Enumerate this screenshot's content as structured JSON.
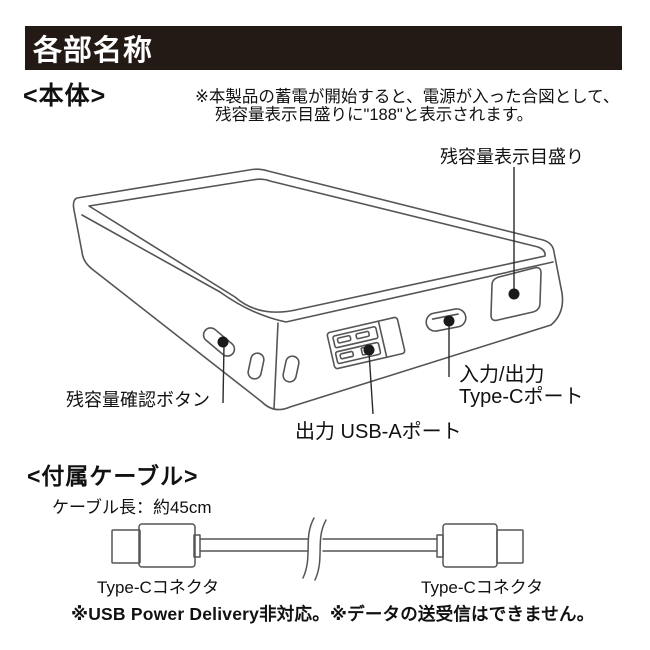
{
  "header": {
    "title": "各部名称"
  },
  "device_section": {
    "heading": "<本体>",
    "note_line1": "※本製品の蓄電が開始すると、電源が入った合図として、",
    "note_line2": "残容量表示目盛りに\"188\"と表示されます。",
    "labels": {
      "gauge": "残容量表示目盛り",
      "check_button": "残容量確認ボタン",
      "usb_a_port": "出力 USB-Aポート",
      "type_c_port_line1": "入力/出力",
      "type_c_port_line2": "Type-Cポート"
    }
  },
  "cable_section": {
    "heading": "<付属ケーブル>",
    "cable_length": "ケーブル長：約45cm",
    "connector_left": "Type-Cコネクタ",
    "connector_right": "Type-Cコネクタ",
    "footnote": "※USB Power Delivery非対応。※データの送受信はできません。"
  },
  "colors": {
    "header_bg": "#231a15",
    "header_text": "#ffffff",
    "line_art": "#555555",
    "callout": "#1a1a1a",
    "text": "#111111"
  }
}
